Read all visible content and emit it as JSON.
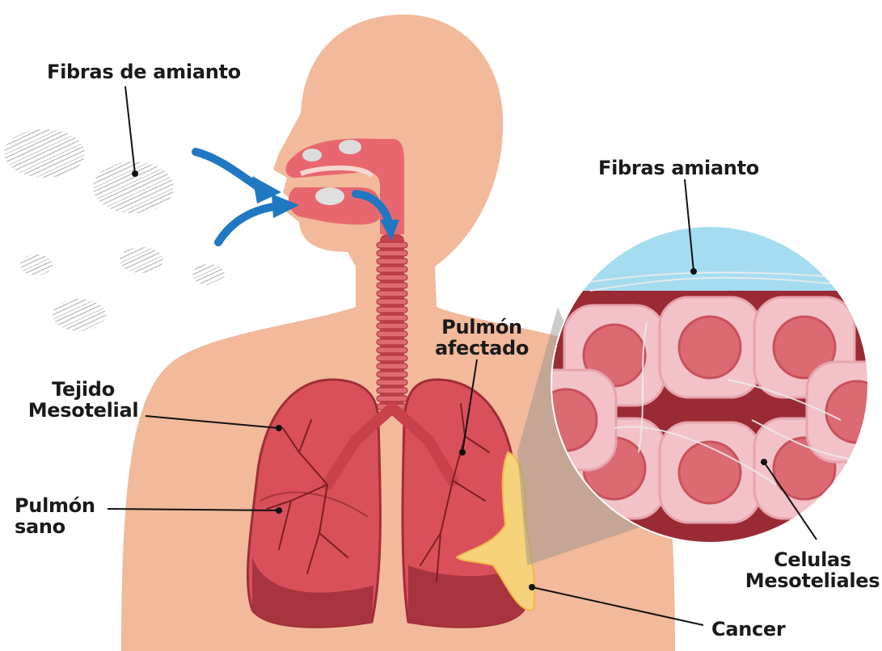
{
  "labels": {
    "fibras_de_amianto": "Fibras de amianto",
    "fibras_amianto": "Fibras amianto",
    "pulmon_afectado_1": "Pulmón",
    "pulmon_afectado_2": "afectado",
    "tejido_mesotelial_1": "Tejido",
    "tejido_mesotelial_2": "Mesotelial",
    "pulmon_sano_1": "Pulmón",
    "pulmon_sano_2": "sano",
    "celulas_mesoteliales_1": "Celulas",
    "celulas_mesoteliales_2": "Mesoteliales",
    "cancer": "Cancer"
  },
  "colors": {
    "skin": "#f2b99b",
    "lung": "#d9505b",
    "lung_dark": "#a8343f",
    "airway": "#e8676f",
    "trachea": "#c9414c",
    "arrow": "#1f78c1",
    "fiber": "#b8b8b8",
    "cancer": "#f6d27a",
    "cell_outer": "#f2c2c8",
    "cell_nucleus": "#dc6a72",
    "tissue_bg": "#9a2a33",
    "sky": "#a6dcef",
    "leader_line": "#111111"
  }
}
